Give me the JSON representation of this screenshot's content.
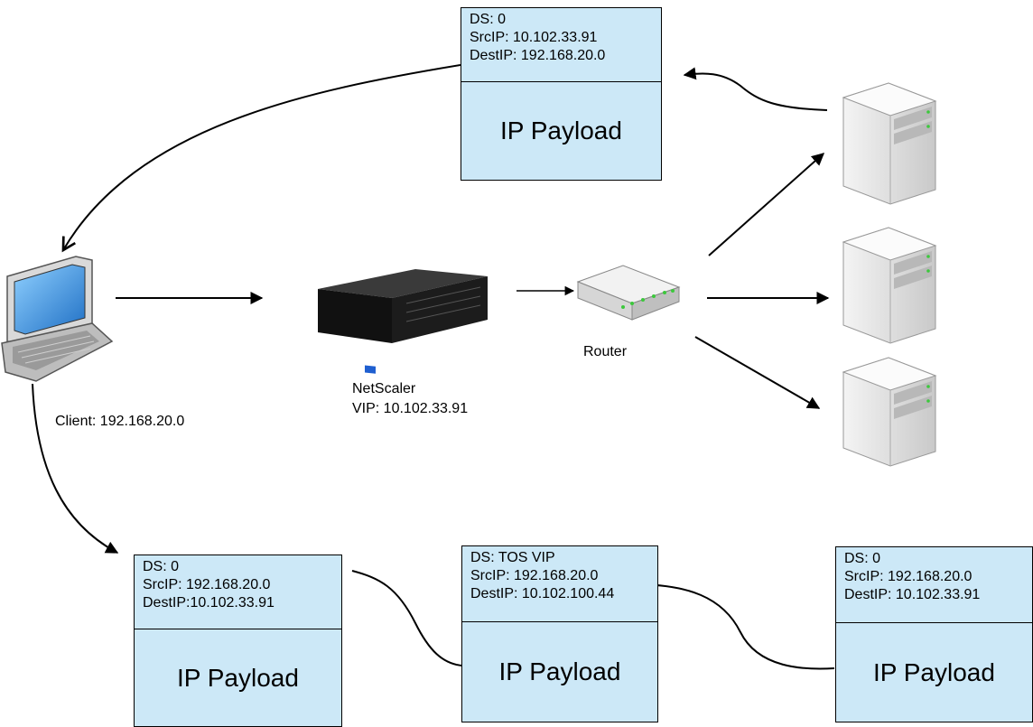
{
  "packets": [
    {
      "ds": "DS: 0",
      "src": "SrcIP: 10.102.33.91",
      "dest": "DestIP: 192.168.20.0",
      "payload": "IP Payload"
    },
    {
      "ds": "DS: 0",
      "src": "SrcIP: 192.168.20.0",
      "dest": "DestIP:10.102.33.91",
      "payload": "IP Payload"
    },
    {
      "ds": "DS: TOS VIP",
      "src": "SrcIP: 192.168.20.0",
      "dest": "DestIP: 10.102.100.44",
      "payload": "IP Payload"
    },
    {
      "ds": "DS: 0",
      "src": "SrcIP: 192.168.20.0",
      "dest": "DestIP: 10.102.33.91",
      "payload": "IP Payload"
    }
  ],
  "labels": {
    "client": "Client: 192.168.20.0",
    "netscaler_name": "NetScaler",
    "netscaler_vip": "VIP: 10.102.33.91",
    "router": "Router"
  },
  "nodes": {
    "client": "laptop-icon",
    "netscaler": "netscaler-appliance-icon",
    "router": "router-icon",
    "servers": [
      "server-icon",
      "server-icon",
      "server-icon"
    ]
  },
  "colors": {
    "packet_fill": "#cce8f7",
    "screen": "#2f8fe0",
    "appliance": "#1a1a1a"
  }
}
